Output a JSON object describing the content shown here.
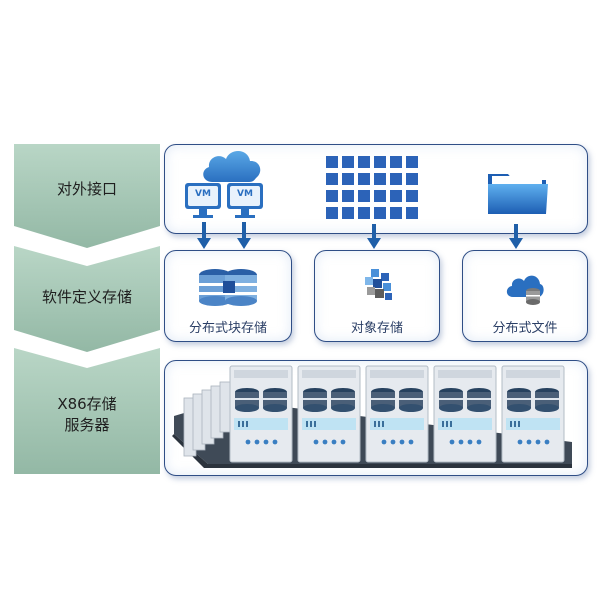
{
  "layers": [
    {
      "label_lines": [
        "对外接口"
      ]
    },
    {
      "label_lines": [
        "软件定义存储"
      ]
    },
    {
      "label_lines": [
        "X86存储",
        "服务器"
      ]
    }
  ],
  "interfaces": {
    "vm_badges": [
      "VM",
      "VM"
    ]
  },
  "services": [
    {
      "label": "分布式块存储",
      "icon": "block-storage-icon"
    },
    {
      "label": "对象存储",
      "icon": "object-storage-icon"
    },
    {
      "label": "分布式文件",
      "icon": "file-storage-icon"
    }
  ],
  "colors": {
    "chevron": "#9fc1b0",
    "panel_border": "#2f4e86",
    "arrow": "#1f5fa8",
    "grid_square": "#2c63b8"
  },
  "icons": [
    "cloud-icon",
    "vm-monitor-icon",
    "object-grid-icon",
    "folder-icon",
    "server-rack-icon"
  ]
}
